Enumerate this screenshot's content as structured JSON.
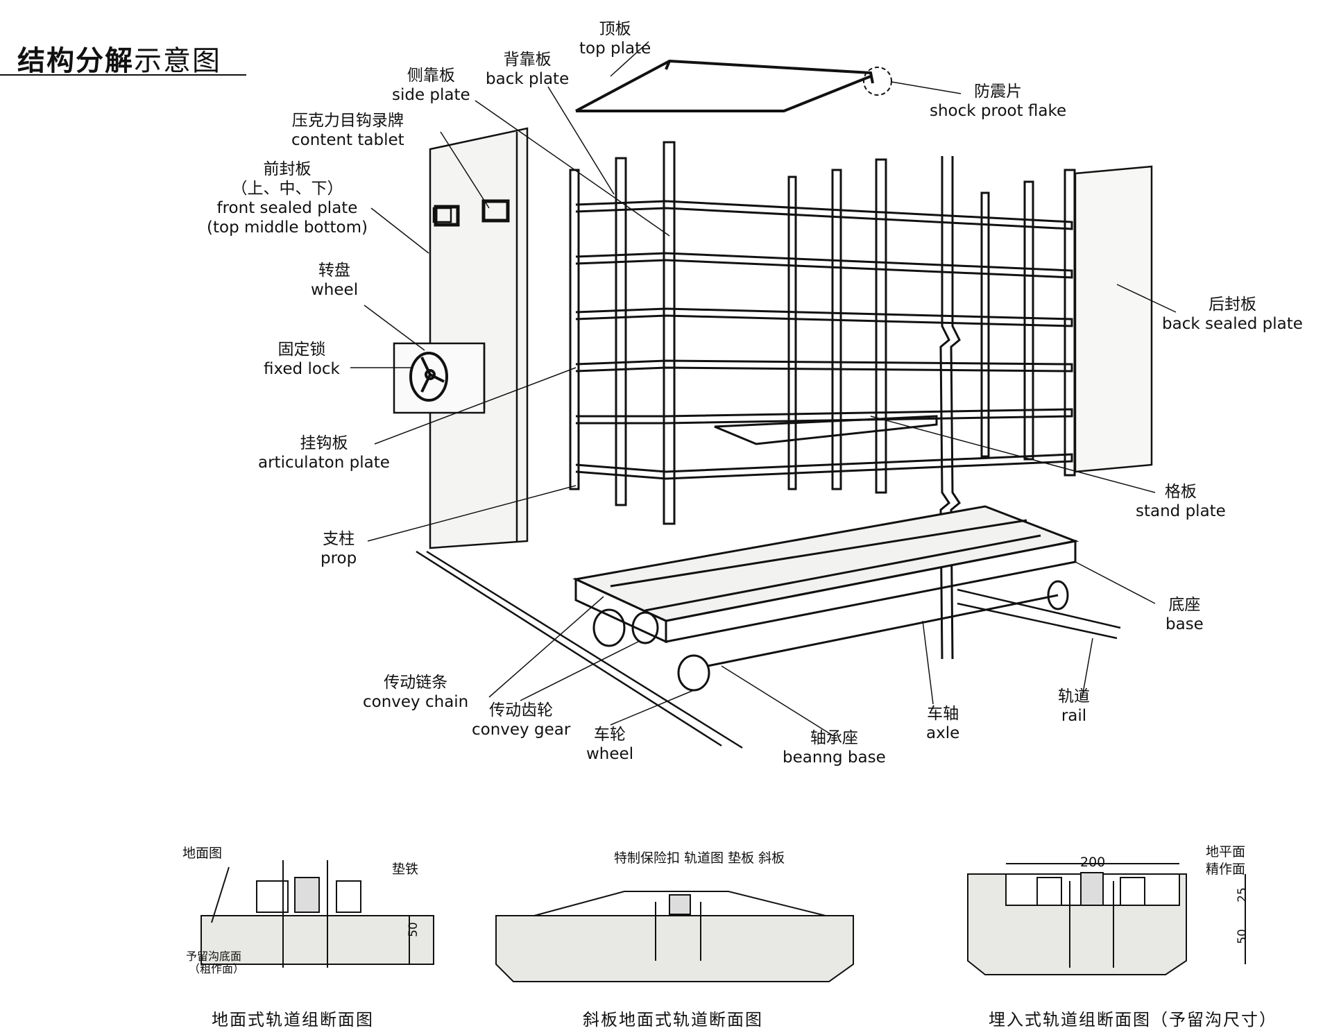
{
  "title": {
    "bold": "结构分解",
    "normal": "示意图"
  },
  "labels": {
    "top_plate": {
      "zh": "顶板",
      "en": "top plate"
    },
    "side_plate": {
      "zh": "侧靠板",
      "en": "side plate"
    },
    "back_plate": {
      "zh": "背靠板",
      "en": "back plate"
    },
    "content_tablet": {
      "zh": "压克力目钩录牌",
      "en": "content tablet"
    },
    "front_sealed_plate": {
      "zh": "前封板",
      "zh2": "（上、中、下）",
      "en": "front sealed plate",
      "en2": "(top middle bottom)"
    },
    "wheel_top": {
      "zh": "转盘",
      "en": "wheel"
    },
    "fixed_lock": {
      "zh": "固定锁",
      "en": "fixed lock"
    },
    "articulation_plate": {
      "zh": "挂钩板",
      "en": "articulaton plate"
    },
    "prop": {
      "zh": "支柱",
      "en": "prop"
    },
    "shock_flake": {
      "zh": "防震片",
      "en": "shock proot flake"
    },
    "back_sealed_plate": {
      "zh": "后封板",
      "en": "back sealed plate"
    },
    "stand_plate": {
      "zh": "格板",
      "en": "stand plate"
    },
    "base": {
      "zh": "底座",
      "en": "base"
    },
    "rail": {
      "zh": "轨道",
      "en": "rail"
    },
    "axle": {
      "zh": "车轴",
      "en": "axle"
    },
    "bearing_base": {
      "zh": "轴承座",
      "en": "beanng base"
    },
    "wheel_bottom": {
      "zh": "车轮",
      "en": "wheel"
    },
    "convey_gear": {
      "zh": "传动齿轮",
      "en": "convey gear"
    },
    "convey_chain": {
      "zh": "传动链条",
      "en": "convey chain"
    }
  },
  "sections": {
    "left": {
      "caption": "地面式轨道组断面图",
      "ground_label": "地面图",
      "shim_label": "垫铁",
      "trench_label": "予留沟底面",
      "trench_label2": "（粗作面）",
      "dim": "50"
    },
    "middle": {
      "caption": "斜板地面式轨道断面图",
      "top_label": "特制保险扣 轨道图 垫板 斜板"
    },
    "right": {
      "caption": "埋入式轨道组断面图（予留沟尺寸）",
      "floor_label": "地平面",
      "floor_label2": "精作面",
      "width_dim": "200",
      "dim1": "25",
      "dim2": "50"
    }
  }
}
